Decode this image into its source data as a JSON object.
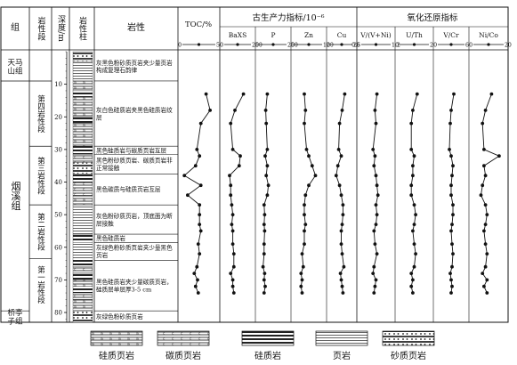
{
  "headers": {
    "group": "组",
    "formation": "岩性段",
    "depth": "深度/m",
    "column": "岩性柱",
    "lithology": "岩性",
    "toc": "TOC/%",
    "paleo": "古生产力指标/10⁻⁶",
    "redox": "氧化还原指标"
  },
  "groups": [
    {
      "name": "天马山组",
      "y0": 0,
      "y1": 9
    },
    {
      "name": "烟溪组",
      "y0": 9,
      "y1": 79.5
    },
    {
      "name": "桥亭子组",
      "y0": 79.5,
      "y1": 83
    }
  ],
  "formations": [
    {
      "name": "第四岩性段",
      "y0": 9,
      "y1": 29
    },
    {
      "name": "第三岩性段",
      "y0": 29,
      "y1": 47
    },
    {
      "name": "第二岩性段",
      "y0": 47,
      "y1": 63.5
    },
    {
      "name": "第一岩性段",
      "y0": 63.5,
      "y1": 79.5
    }
  ],
  "lithologies": [
    {
      "text": "灰黑色粉砂质页岩夹少量页岩构成复理石韵律",
      "y0": 0,
      "y1": 9
    },
    {
      "text": "灰白色硅质岩夹黑色硅质岩纹层",
      "y0": 9,
      "y1": 29
    },
    {
      "text": "黑色硅质岩与碳质页岩互层",
      "y0": 29,
      "y1": 31.5
    },
    {
      "text": "黑色粉砂质页岩、碳质页岩非正常接触",
      "y0": 31.5,
      "y1": 37.5
    },
    {
      "text": "黑色碳质与硅质页岩互层",
      "y0": 37.5,
      "y1": 47
    },
    {
      "text": "灰色粉砂质页岩，顶底面为断层接触",
      "y0": 47,
      "y1": 56
    },
    {
      "text": "黑色硅质岩",
      "y0": 56,
      "y1": 58.5
    },
    {
      "text": "灰绿色粉砂质页岩夹少量黑色页岩",
      "y0": 58.5,
      "y1": 64
    },
    {
      "text": "黑色硅质岩夹少量碳质页岩，硅质层单层厚3-5 cm",
      "y0": 64,
      "y1": 79.5
    },
    {
      "text": "灰绿色粉砂质页岩",
      "y0": 79.5,
      "y1": 83
    }
  ],
  "depth_ticks": [
    10,
    20,
    30,
    40,
    50,
    60,
    70,
    80
  ],
  "depth_range": [
    0,
    83
  ],
  "legend": [
    {
      "label": "硅质页岩",
      "pattern": "siliceous-shale"
    },
    {
      "label": "碳质页岩",
      "pattern": "carbonaceous-shale"
    },
    {
      "label": "硅质岩",
      "pattern": "chert"
    },
    {
      "label": "页岩",
      "pattern": "shale"
    },
    {
      "label": "砂质页岩",
      "pattern": "sandy-shale"
    }
  ],
  "chart_data": {
    "type": "line",
    "y_label": "深度/m",
    "y_range": [
      0,
      83
    ],
    "depths": [
      13,
      18,
      22,
      30,
      32,
      35,
      38,
      41,
      44,
      47,
      50,
      53,
      55,
      59,
      62,
      66,
      68,
      70,
      72,
      74
    ],
    "panels": [
      {
        "name": "TOC/%",
        "min": 0,
        "max": 5,
        "tick_labels": [
          "0",
          "5"
        ],
        "group": "toc",
        "values": [
          3.6,
          4.2,
          2.8,
          2.2,
          2.6,
          2.0,
          0.3,
          2.8,
          0.8,
          2.6,
          2.6,
          2.6,
          2.8,
          2.4,
          2.6,
          2.2,
          1.8,
          2.3,
          2.0,
          2.4
        ]
      },
      {
        "name": "BaXS",
        "min": 0,
        "max": 250,
        "tick_labels": [
          "0",
          "250"
        ],
        "group": "paleo",
        "values": [
          180,
          100,
          60,
          80,
          150,
          140,
          50,
          60,
          60,
          70,
          80,
          70,
          80,
          80,
          90,
          90,
          60,
          80,
          80,
          90
        ]
      },
      {
        "name": "P",
        "min": 0,
        "max": 250,
        "tick_labels": [
          "0",
          "250"
        ],
        "group": "paleo",
        "values": [
          70,
          55,
          60,
          70,
          50,
          70,
          60,
          80,
          70,
          40,
          45,
          40,
          45,
          40,
          40,
          30,
          45,
          40,
          50,
          40
        ]
      },
      {
        "name": "Zn",
        "min": 0,
        "max": 120,
        "tick_labels": [
          "0",
          "120"
        ],
        "group": "paleo",
        "values": [
          40,
          45,
          40,
          50,
          60,
          75,
          90,
          60,
          45,
          40,
          40,
          45,
          40,
          40,
          30,
          35,
          25,
          30,
          25,
          30
        ]
      },
      {
        "name": "Cu",
        "min": 0,
        "max": 25,
        "tick_labels": [
          "0",
          "25"
        ],
        "group": "paleo",
        "values": [
          16,
          13,
          10,
          9,
          12,
          8,
          6,
          10,
          12,
          14,
          14,
          13,
          12,
          12,
          13,
          15,
          11,
          12,
          13,
          14
        ]
      },
      {
        "name": "V/(V+Ni)",
        "min": 0.6,
        "max": 1.2,
        "tick_labels": [
          "0.6",
          "1.2"
        ],
        "group": "redox",
        "values": [
          0.92,
          0.88,
          0.9,
          0.84,
          0.88,
          0.86,
          0.9,
          0.92,
          0.94,
          0.9,
          0.92,
          0.9,
          0.86,
          0.88,
          0.92,
          0.86,
          0.84,
          0.9,
          0.88,
          0.86
        ]
      },
      {
        "name": "U/Th",
        "min": 0,
        "max": 2,
        "tick_labels": [
          "0",
          "2"
        ],
        "group": "redox",
        "values": [
          1.2,
          0.9,
          0.8,
          0.8,
          1.0,
          0.9,
          0.9,
          0.8,
          0.8,
          1.0,
          1.1,
          1.0,
          0.9,
          1.0,
          1.1,
          1.0,
          0.8,
          0.9,
          0.8,
          0.9
        ]
      },
      {
        "name": "V/Cr",
        "min": 0,
        "max": 6,
        "tick_labels": [
          "0",
          "6"
        ],
        "group": "redox",
        "values": [
          3.6,
          3.0,
          2.8,
          2.6,
          3.0,
          3.4,
          3.2,
          3.0,
          3.0,
          3.4,
          3.4,
          3.2,
          3.0,
          3.2,
          3.4,
          3.2,
          2.8,
          3.0,
          3.2,
          3.0
        ]
      },
      {
        "name": "Ni/Co",
        "min": 0,
        "max": 20,
        "tick_labels": [
          "0",
          "20"
        ],
        "group": "redox",
        "values": [
          12,
          8,
          6,
          7,
          17,
          7,
          8,
          6,
          5,
          8,
          9,
          8,
          7,
          8,
          9,
          8,
          6,
          9,
          7,
          9
        ]
      }
    ]
  }
}
